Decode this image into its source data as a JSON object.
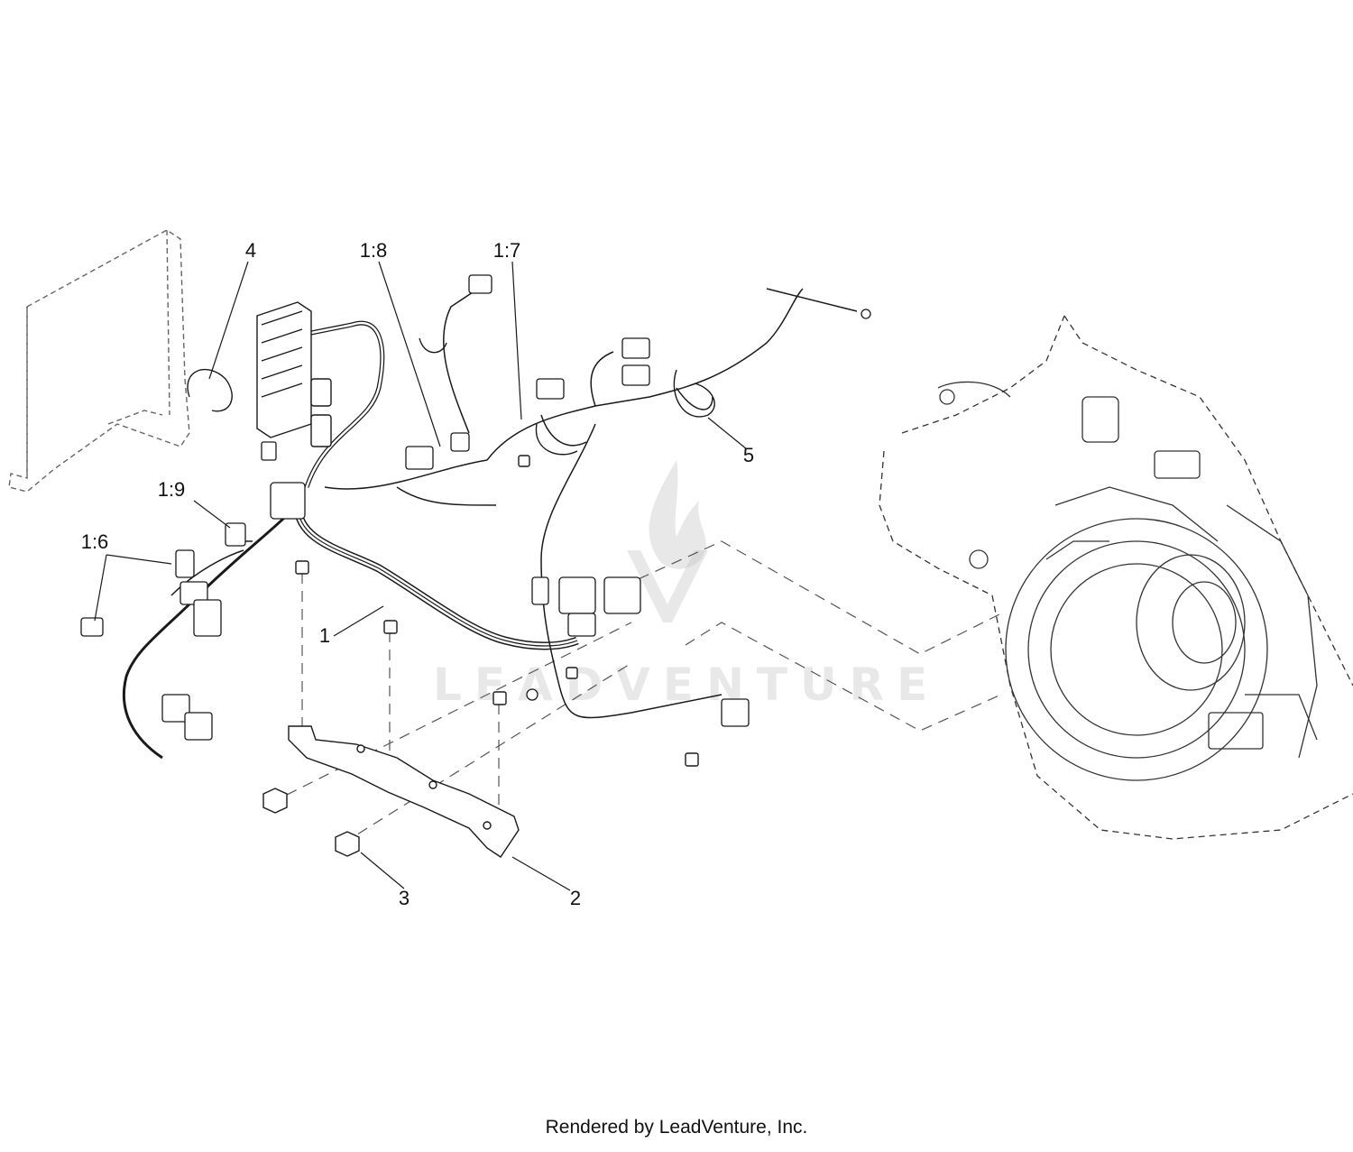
{
  "callouts": {
    "c1": "1",
    "c2": "2",
    "c3": "3",
    "c4": "4",
    "c5": "5",
    "c16": "1:6",
    "c17": "1:7",
    "c18": "1:8",
    "c19": "1:9"
  },
  "watermark": {
    "text": "LEADVENTURE"
  },
  "footer": {
    "text": "Rendered by LeadVenture, Inc."
  },
  "colors": {
    "line": "#1a1a1a",
    "dashed": "#555555",
    "watermark": "#bfbfbf"
  }
}
